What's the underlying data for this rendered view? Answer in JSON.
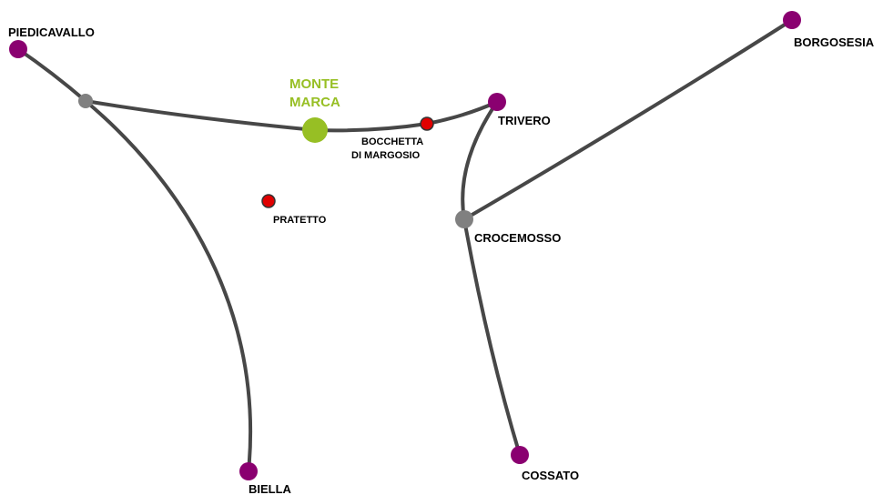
{
  "colors": {
    "road": "#474747",
    "town": "#8a0070",
    "junction": "#808080",
    "peak": "#97bf24",
    "pass": "#e00000",
    "label": "#000000"
  },
  "places": {
    "piedicavallo": {
      "name": "PIEDICAVALLO",
      "kind": "town"
    },
    "borgosesia": {
      "name": "BORGOSESIA",
      "kind": "town"
    },
    "trivero": {
      "name": "TRIVERO",
      "kind": "town"
    },
    "biella": {
      "name": "BIELLA",
      "kind": "town"
    },
    "cossato": {
      "name": "COSSATO",
      "kind": "town"
    },
    "crocemosso": {
      "name": "CROCEMOSSO",
      "kind": "junction"
    },
    "monte_marca": {
      "name_line1": "MONTE",
      "name_line2": "MARCA",
      "kind": "peak"
    },
    "bocchetta": {
      "name_line1": "BOCCHETTA",
      "name_line2": "DI MARGOSIO",
      "kind": "pass"
    },
    "pratetto": {
      "name": "PRATETTO",
      "kind": "pass"
    },
    "junction_west": {
      "kind": "junction"
    }
  },
  "roads": [
    {
      "name": "road-piedicavallo-junction",
      "from": "piedicavallo",
      "to": "junction_west"
    },
    {
      "name": "road-junction-biella",
      "from": "junction_west",
      "to": "biella"
    },
    {
      "name": "road-junction-monte-marca",
      "from": "junction_west",
      "to": "monte_marca"
    },
    {
      "name": "road-monte-marca-bocchetta",
      "from": "monte_marca",
      "to": "bocchetta"
    },
    {
      "name": "road-bocchetta-trivero",
      "from": "bocchetta",
      "to": "trivero"
    },
    {
      "name": "road-trivero-crocemosso",
      "from": "trivero",
      "to": "crocemosso"
    },
    {
      "name": "road-crocemosso-borgosesia",
      "from": "crocemosso",
      "to": "borgosesia"
    },
    {
      "name": "road-crocemosso-cossato",
      "from": "crocemosso",
      "to": "cossato"
    }
  ]
}
